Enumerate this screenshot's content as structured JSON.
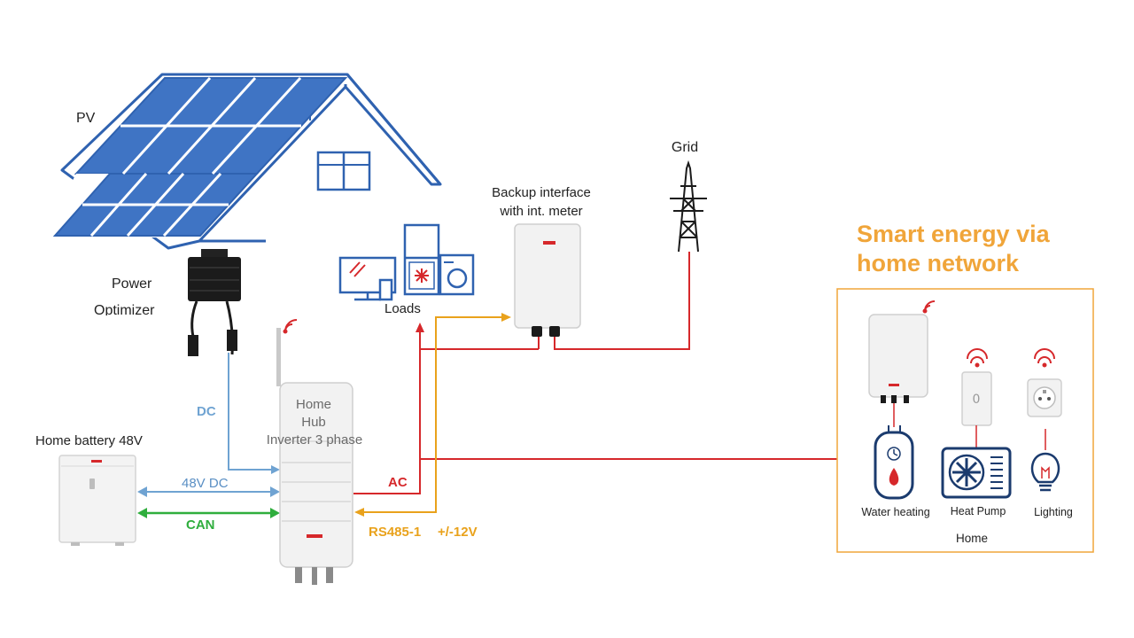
{
  "labels": {
    "pv": "PV",
    "optimizer": "Power",
    "optimizer_cut": "Optimizer",
    "loads": "Loads",
    "backup_1": "Backup interface",
    "backup_2": "with int. meter",
    "grid": "Grid",
    "hub_1": "Home",
    "hub_2": "Hub",
    "hub_3": "Inverter 3 phase",
    "battery": "Home battery 48V",
    "dc": "DC",
    "dc48": "48V DC",
    "can": "CAN",
    "ac": "AC",
    "rs485": "RS485-1",
    "rs485_v": "+/-12V"
  },
  "smart": {
    "title_1": "Smart energy via",
    "title_2": "home network",
    "water": "Water heating",
    "heatpump": "Heat Pump",
    "lighting": "Lighting",
    "home": "Home"
  },
  "colors": {
    "ac": "#d6282b",
    "dc": "#6fa3d2",
    "can": "#2fae3d",
    "rs485": "#e9a21c",
    "orange": "#f0a53a",
    "panel_blue": "#3f74c4",
    "frame_blue": "#2f62b0"
  }
}
